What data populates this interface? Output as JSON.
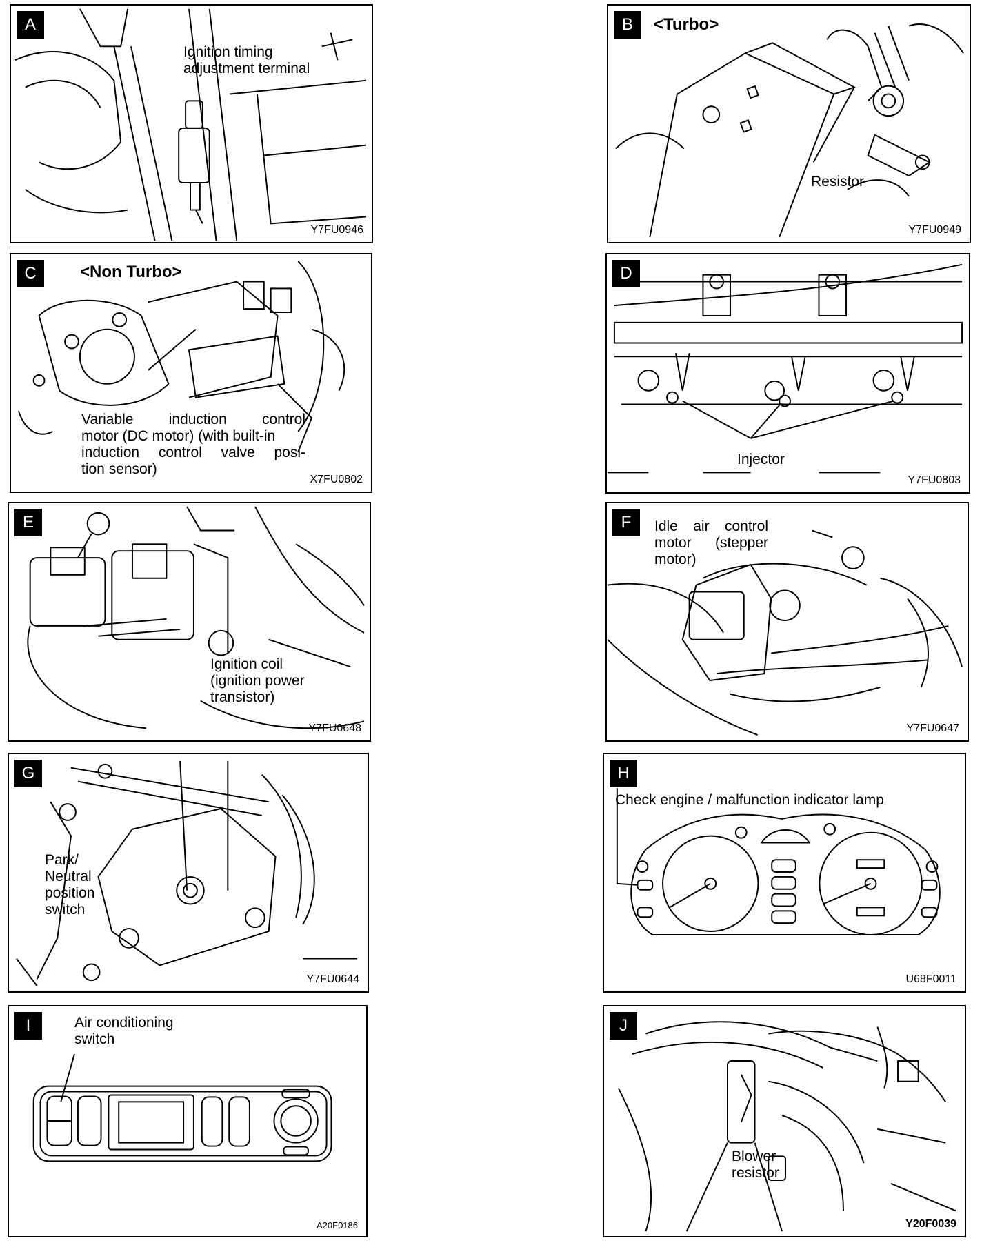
{
  "panels": {
    "A": {
      "letter": "A",
      "tag": "",
      "labels": [
        "Ignition timing",
        "adjustment terminal"
      ],
      "code": "Y7FU0946"
    },
    "B": {
      "letter": "B",
      "tag": "<Turbo>",
      "labels": [
        "Resistor"
      ],
      "code": "Y7FU0949"
    },
    "C": {
      "letter": "C",
      "tag": "<Non Turbo>",
      "labels": [
        "Variable induction control",
        "motor (DC motor) (with built-in",
        "induction control valve posi-",
        "tion sensor)"
      ],
      "code": "X7FU0802"
    },
    "D": {
      "letter": "D",
      "tag": "",
      "labels": [
        "Injector"
      ],
      "code": "Y7FU0803"
    },
    "E": {
      "letter": "E",
      "tag": "",
      "labels": [
        "Ignition coil",
        "(ignition power",
        "transistor)"
      ],
      "code": "Y7FU0648"
    },
    "F": {
      "letter": "F",
      "tag": "",
      "labels": [
        "Idle air control",
        "motor (stepper",
        "motor)"
      ],
      "code": "Y7FU0647"
    },
    "G": {
      "letter": "G",
      "tag": "",
      "labels": [
        "Park/",
        "Neutral",
        "position",
        "switch"
      ],
      "code": "Y7FU0644"
    },
    "H": {
      "letter": "H",
      "tag": "",
      "labels": [
        "Check engine / malfunction indicator lamp"
      ],
      "code": "U68F0011"
    },
    "I": {
      "letter": "I",
      "tag": "",
      "labels": [
        "Air conditioning",
        "switch"
      ],
      "code": "A20F0186"
    },
    "J": {
      "letter": "J",
      "tag": "",
      "labels": [
        "Blower",
        "resistor"
      ],
      "code": "Y20F0039"
    }
  }
}
